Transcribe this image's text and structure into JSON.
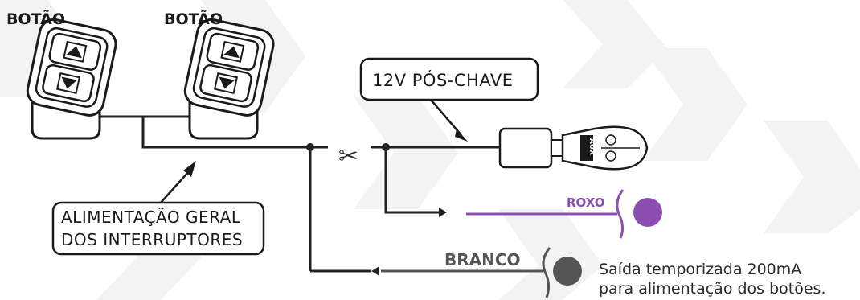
{
  "labels": {
    "button_left": "BOTÃO",
    "button_right": "BOTÃO",
    "power_callout": "12V PÓS-CHAVE",
    "general_supply_line1": "ALIMENTAÇÃO GERAL",
    "general_supply_line2": "DOS INTERRUPTORES",
    "purple_wire": "ROXO",
    "white_wire": "BRANCO",
    "aux_label": "AUX",
    "note_line1": "Saída temporizada 200mA",
    "note_line2": "para alimentação dos botões."
  },
  "colors": {
    "wire": "#222222",
    "purple": "#8a4fb0",
    "purple_dot": "#8a4fb0",
    "gray_wire": "#555555",
    "gray_dot": "#555555",
    "bg_pattern": "#f2f2f2"
  },
  "icons": {
    "scissors": "✂",
    "arrow_up": "▲",
    "arrow_down": "▼"
  }
}
